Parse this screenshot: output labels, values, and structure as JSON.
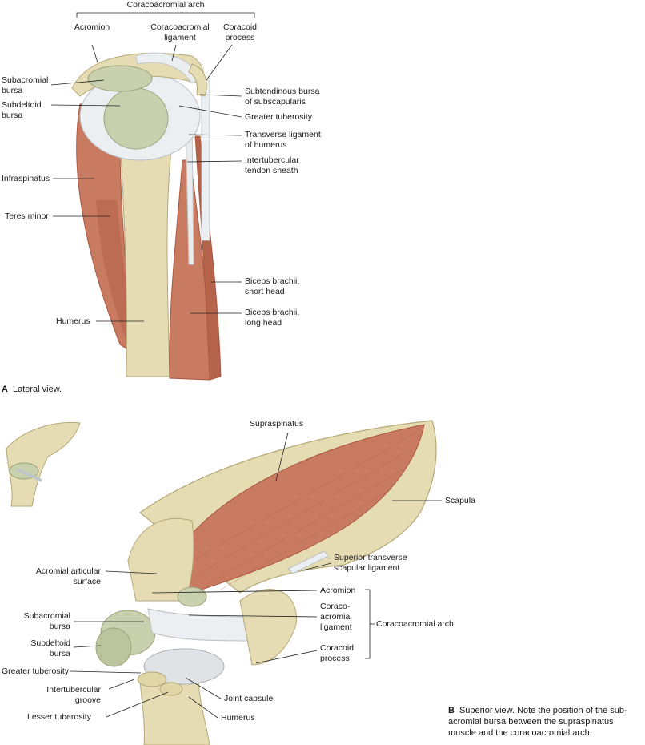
{
  "figureA": {
    "arch_title": "Coracoacromial arch",
    "labels": {
      "acromion": "Acromion",
      "coracoacromial_ligament": "Coracoacromial\nligament",
      "coracoid_process": "Coracoid\nprocess",
      "subacromial_bursa": "Subacromial\nbursa",
      "subdeltoid_bursa": "Subdeltoid\nbursa",
      "infraspinatus": "Infraspinatus",
      "teres_minor": "Teres minor",
      "humerus": "Humerus",
      "subtendinous_bursa": "Subtendinous bursa\nof subscapularis",
      "greater_tuberosity": "Greater tuberosity",
      "transverse_ligament": "Transverse ligament\nof humerus",
      "intertubercular_sheath": "Intertubercular\ntendon sheath",
      "biceps_short": "Biceps brachii,\nshort head",
      "biceps_long": "Biceps brachii,\nlong head"
    },
    "caption_letter": "A",
    "caption_text": "Lateral view."
  },
  "figureB": {
    "labels": {
      "supraspinatus": "Supraspinatus",
      "scapula": "Scapula",
      "superior_transverse": "Superior transverse\nscapular ligament",
      "acromial_articular": "Acromial articular\nsurface",
      "acromion": "Acromion",
      "coraco_acromial_ligament": "Coraco-\nacromial\nligament",
      "coracoid_process": "Coracoid\nprocess",
      "coracoacromial_arch": "Coracoacromial arch",
      "subacromial_bursa": "Subacromial\nbursa",
      "subdeltoid_bursa": "Subdeltoid\nbursa",
      "greater_tuberosity": "Greater tuberosity",
      "intertubercular_groove": "Intertubercular\ngroove",
      "lesser_tuberosity": "Lesser tuberosity",
      "joint_capsule": "Joint capsule",
      "humerus": "Humerus"
    },
    "caption_letter": "B",
    "caption_text": "Superior view. Note the position of the sub-\nacromial bursa between the supraspinatus\nmuscle and the coracoacromial arch."
  },
  "colors": {
    "bone": "#e6dcb4",
    "bone_shade": "#cbbd86",
    "muscle": "#c97b62",
    "muscle_dark": "#a9573f",
    "bursa": "#c9d0ae",
    "bursa_dark": "#9aa37a",
    "ligament": "#e9ecef",
    "leader": "#222222"
  }
}
